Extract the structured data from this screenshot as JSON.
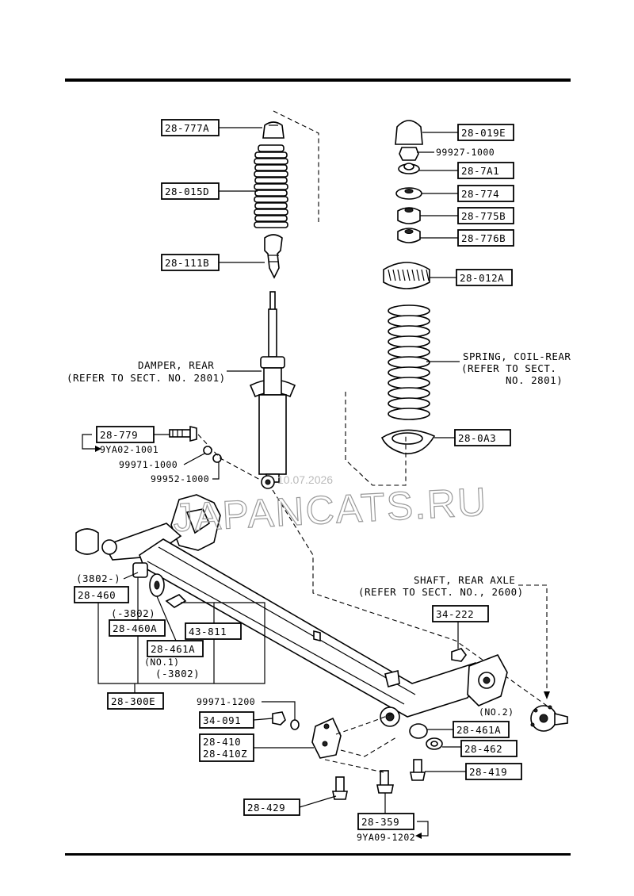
{
  "parts": {
    "p28_777A": "28-777A",
    "p28_015D": "28-015D",
    "p28_111B": "28-111B",
    "p28_019E": "28-019E",
    "p99927_1000": "99927-1000",
    "p28_7A1": "28-7A1",
    "p28_774": "28-774",
    "p28_775B": "28-775B",
    "p28_776B": "28-776B",
    "p28_012A": "28-012A",
    "p28_0A3": "28-0A3",
    "p28_779": "28-779",
    "p9YA02_1001": "9YA02-1001",
    "p99971_1000": "99971-1000",
    "p99952_1000": "99952-1000",
    "p3802_from": "(3802-)",
    "p28_460": "28-460",
    "p3802_to": "(-3802)",
    "p28_460A": "28-460A",
    "p43_811": "43-811",
    "p28_461A_left": "28-461A",
    "p_no1": "(NO.1)",
    "p3802_to2": "(-3802)",
    "p28_300E": "28-300E",
    "p34_222": "34-222",
    "p99971_1200": "99971-1200",
    "p34_091": "34-091",
    "p28_410": "28-410",
    "p28_410Z": "28-410Z",
    "p28_461A_right": "28-461A",
    "p_no2": "(NO.2)",
    "p28_462": "28-462",
    "p28_419": "28-419",
    "p28_429": "28-429",
    "p28_359": "28-359",
    "p9YA09_1202": "9YA09-1202"
  },
  "refs": {
    "damper_title": "DAMPER, REAR",
    "damper_ref": "(REFER TO SECT. NO. 2801)",
    "spring_title": "SPRING, COIL-REAR",
    "spring_ref1": "(REFER TO SECT.",
    "spring_ref2": "NO. 2801)",
    "shaft_title": "SHAFT, REAR AXLE",
    "shaft_ref": "(REFER TO SECT. NO., 2600)"
  },
  "watermark": {
    "text": "JAPANCATS.RU",
    "date": "10.07.2026"
  }
}
